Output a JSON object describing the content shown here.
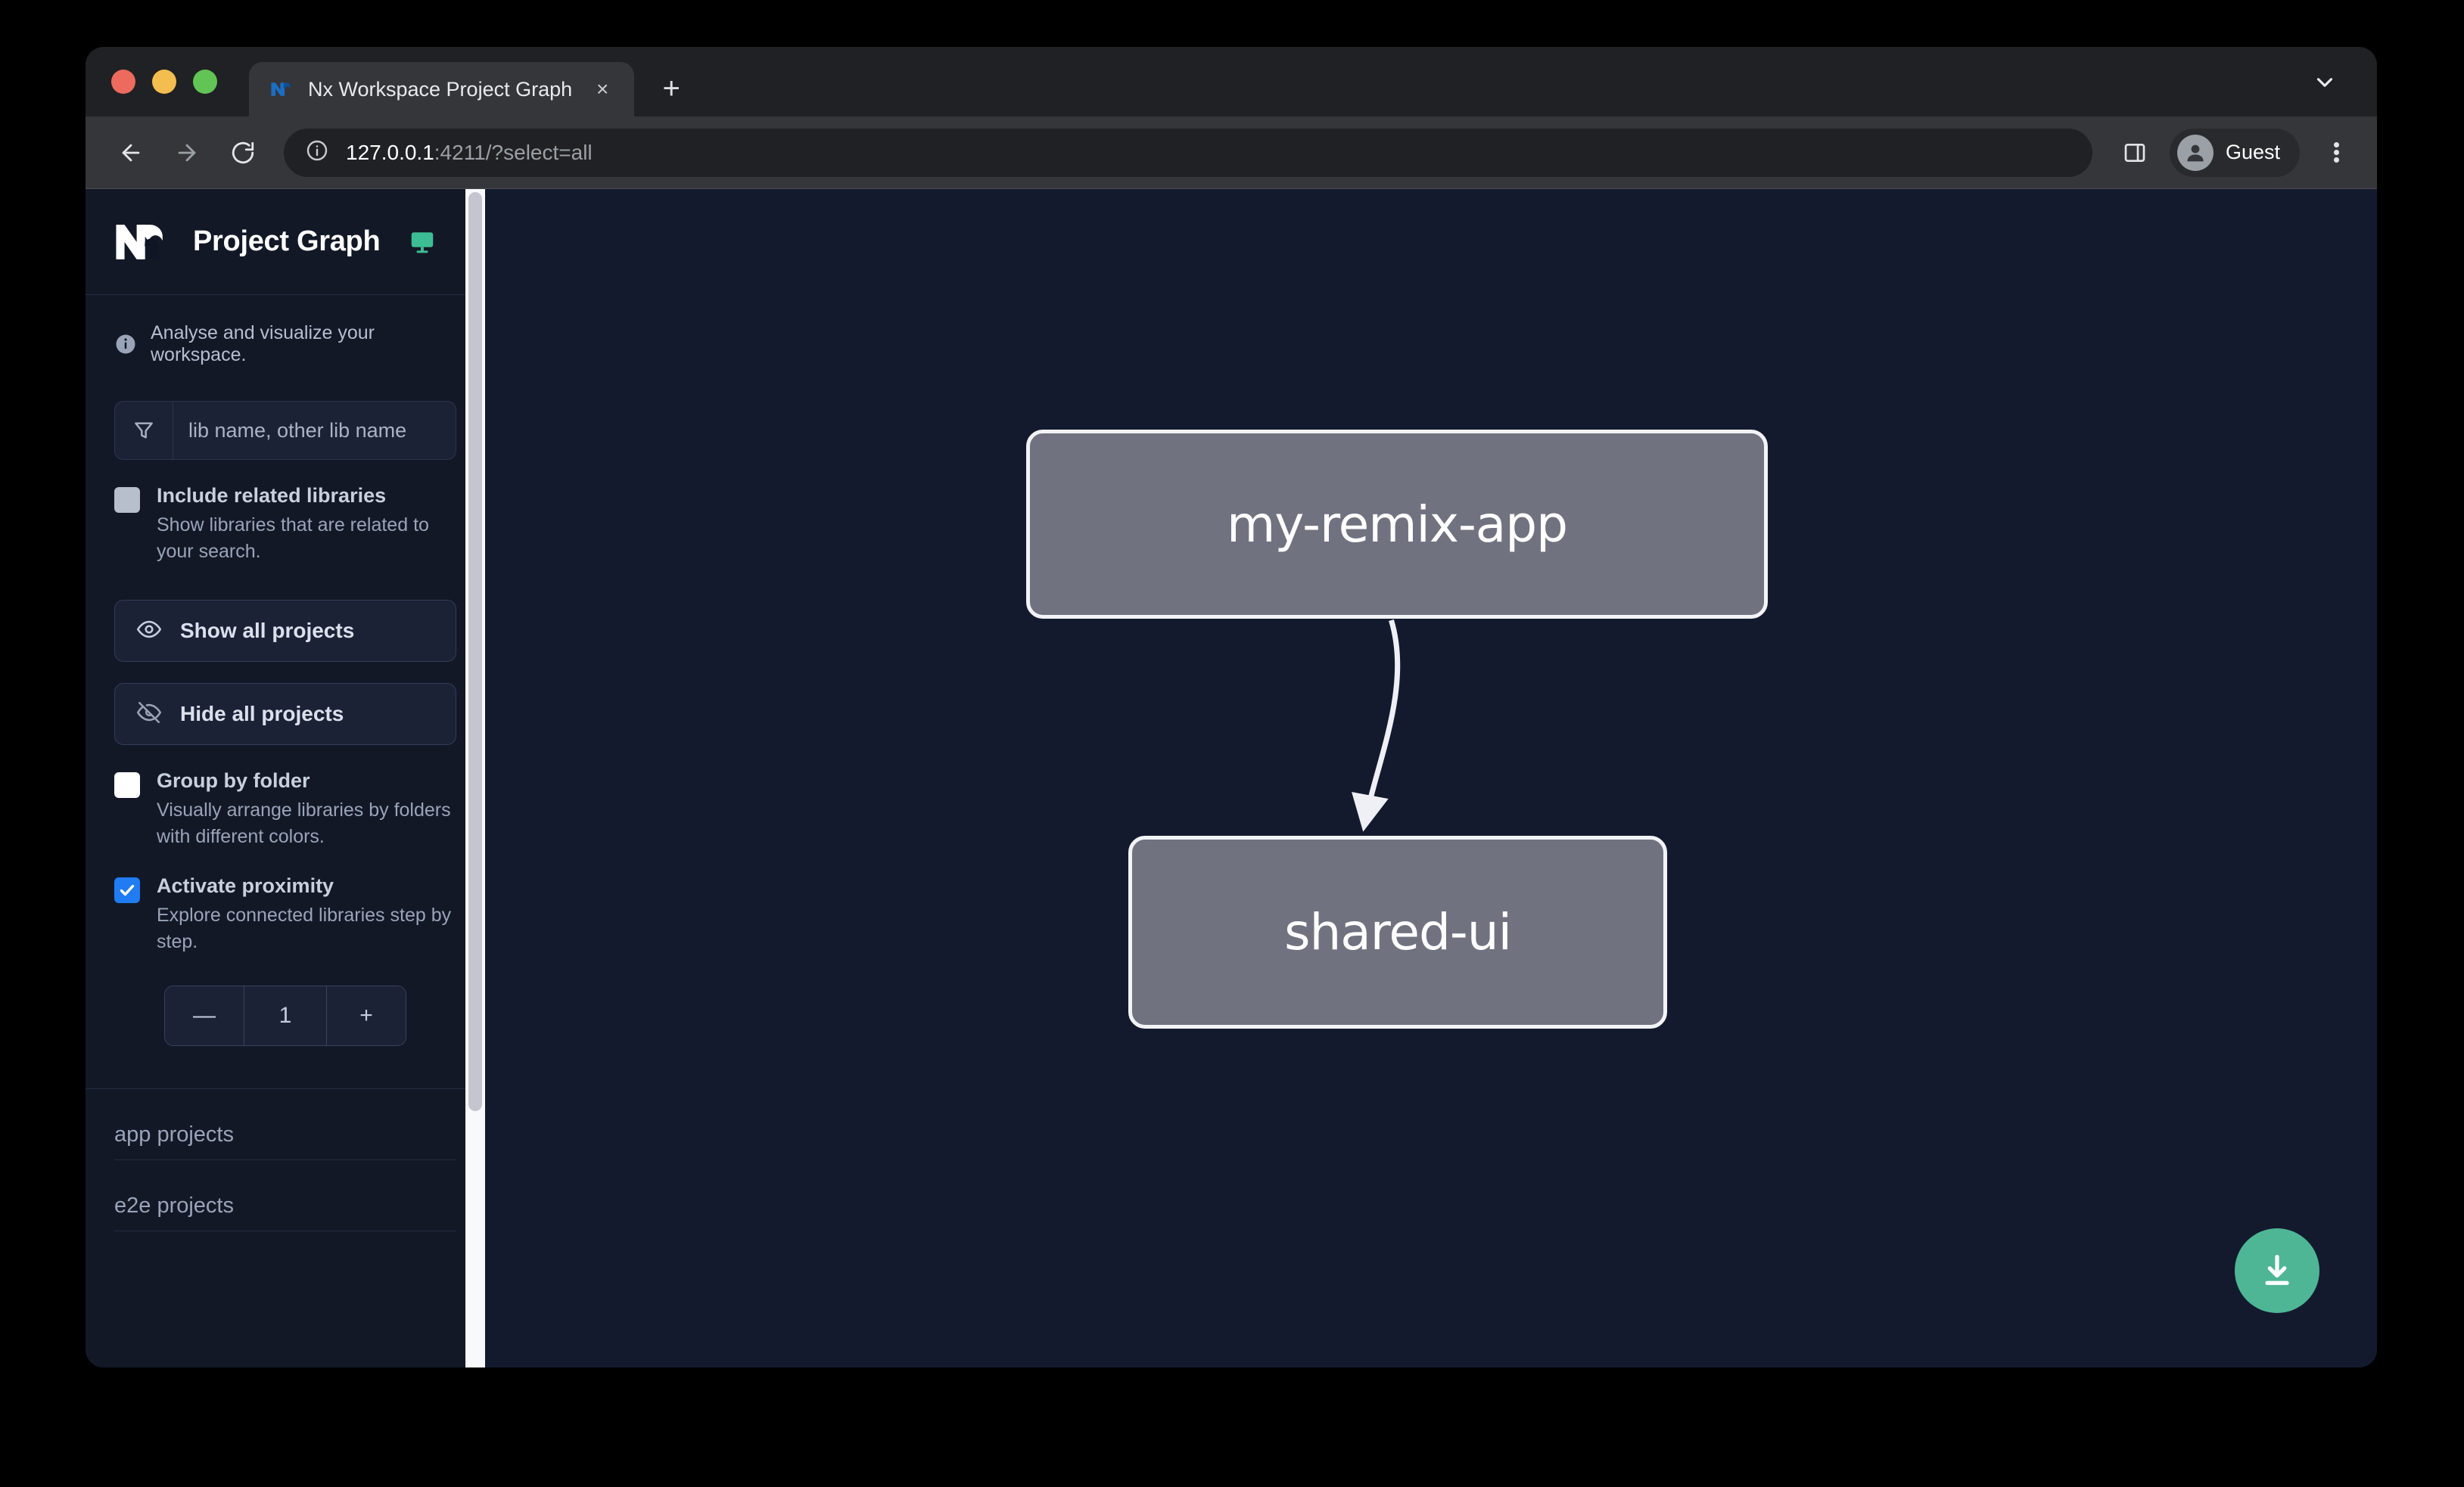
{
  "browser": {
    "traffic_lights": [
      "close",
      "minimize",
      "maximize"
    ],
    "tab": {
      "title": "Nx Workspace Project Graph",
      "favicon": "nx-favicon",
      "close_label": "×"
    },
    "new_tab_label": "+",
    "toolbar": {
      "back_label": "←",
      "forward_label": "→",
      "reload_label": "↻",
      "url_host": "127.0.0.1",
      "url_rest": ":4211/?select=all",
      "profile_name": "Guest"
    }
  },
  "sidebar": {
    "logo": "nx-logo",
    "title": "Project Graph",
    "monitor_icon": "monitor-icon",
    "subtitle": "Analyse and visualize your workspace.",
    "filter": {
      "icon": "filter-icon",
      "placeholder": "lib name, other lib name",
      "value": ""
    },
    "options": [
      {
        "key": "include_related",
        "label": "Include related libraries",
        "description": "Show libraries that are related to your search.",
        "checked": false,
        "style": "grey"
      },
      {
        "key": "group_by_folder",
        "label": "Group by folder",
        "description": "Visually arrange libraries by folders with different colors.",
        "checked": false,
        "style": "white"
      },
      {
        "key": "activate_proximity",
        "label": "Activate proximity",
        "description": "Explore connected libraries step by step.",
        "checked": true,
        "style": "blue"
      }
    ],
    "buttons": [
      {
        "key": "show_all",
        "icon": "eye-icon",
        "label": "Show all projects"
      },
      {
        "key": "hide_all",
        "icon": "eye-off-icon",
        "label": "Hide all projects"
      }
    ],
    "stepper": {
      "decrement_label": "—",
      "value": "1",
      "increment_label": "+"
    },
    "groups": [
      {
        "key": "app_projects",
        "label": "app projects"
      },
      {
        "key": "e2e_projects",
        "label": "e2e projects"
      }
    ]
  },
  "graph": {
    "nodes": [
      {
        "id": "my-remix-app",
        "label": "my-remix-app"
      },
      {
        "id": "shared-ui",
        "label": "shared-ui"
      }
    ],
    "edges": [
      {
        "from": "my-remix-app",
        "to": "shared-ui"
      }
    ],
    "download_button": "download-icon"
  },
  "colors": {
    "accent_green": "#4eb695",
    "checkbox_blue": "#1f7cf2",
    "node_fill": "#70737f",
    "node_border": "#f2f3f7",
    "canvas_bg": "#141a2e",
    "sidebar_bg": "#131827"
  }
}
